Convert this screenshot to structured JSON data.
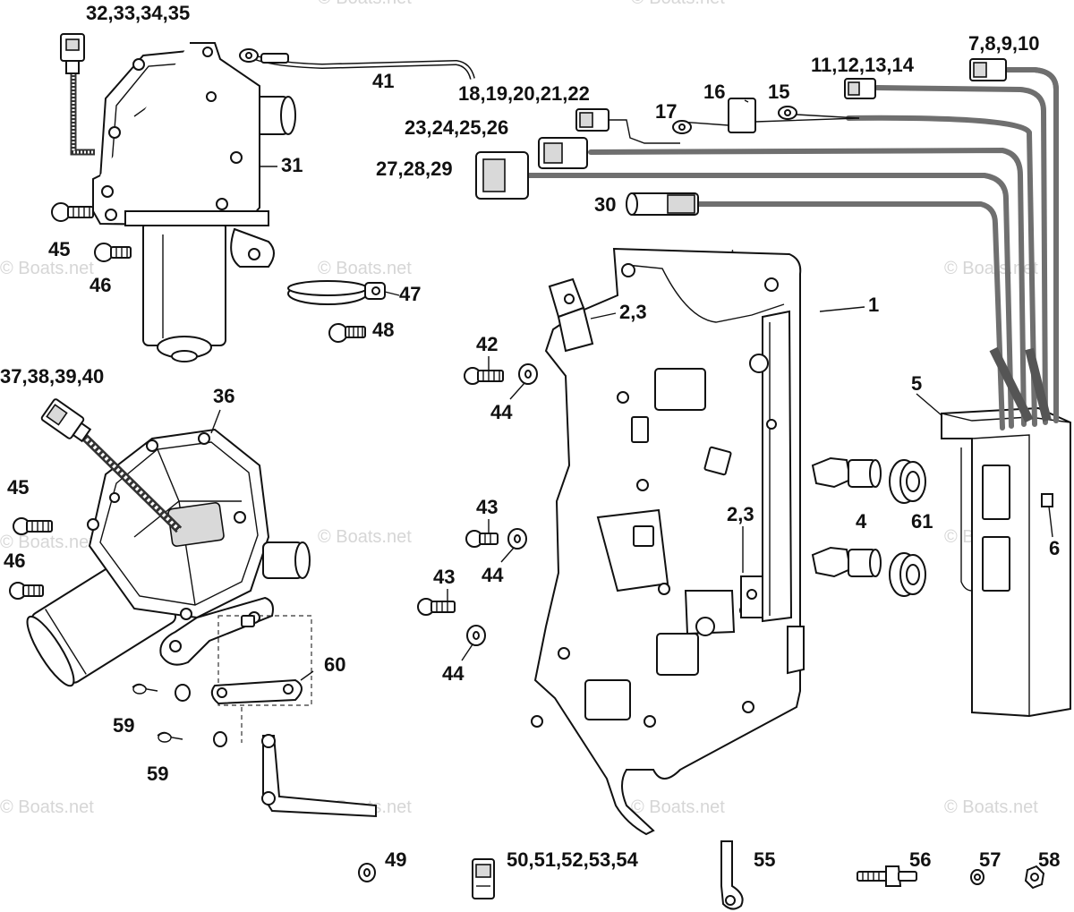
{
  "watermark": "© Boats.net",
  "callouts": {
    "c1": "1",
    "c2_3_a": "2,3",
    "c2_3_b": "2,3",
    "c4": "4",
    "c5": "5",
    "c6": "6",
    "c7_10": "7,8,9,10",
    "c11_14": "11,12,13,14",
    "c15": "15",
    "c16": "16",
    "c17": "17",
    "c18_22": "18,19,20,21,22",
    "c23_26": "23,24,25,26",
    "c27_29": "27,28,29",
    "c30": "30",
    "c31": "31",
    "c32_35": "32,33,34,35",
    "c36": "36",
    "c37_40": "37,38,39,40",
    "c41": "41",
    "c42": "42",
    "c43_a": "43",
    "c43_b": "43",
    "c44_a": "44",
    "c44_b": "44",
    "c44_c": "44",
    "c45_a": "45",
    "c45_b": "45",
    "c46_a": "46",
    "c46_b": "46",
    "c47": "47",
    "c48": "48",
    "c49": "49",
    "c50_54": "50,51,52,53,54",
    "c55": "55",
    "c56": "56",
    "c57": "57",
    "c58": "58",
    "c59_a": "59",
    "c59_b": "59",
    "c60": "60",
    "c61": "61"
  },
  "colors": {
    "line": "#111111",
    "cable": "#6f6f6f",
    "watermark": "#d6d6d6"
  }
}
